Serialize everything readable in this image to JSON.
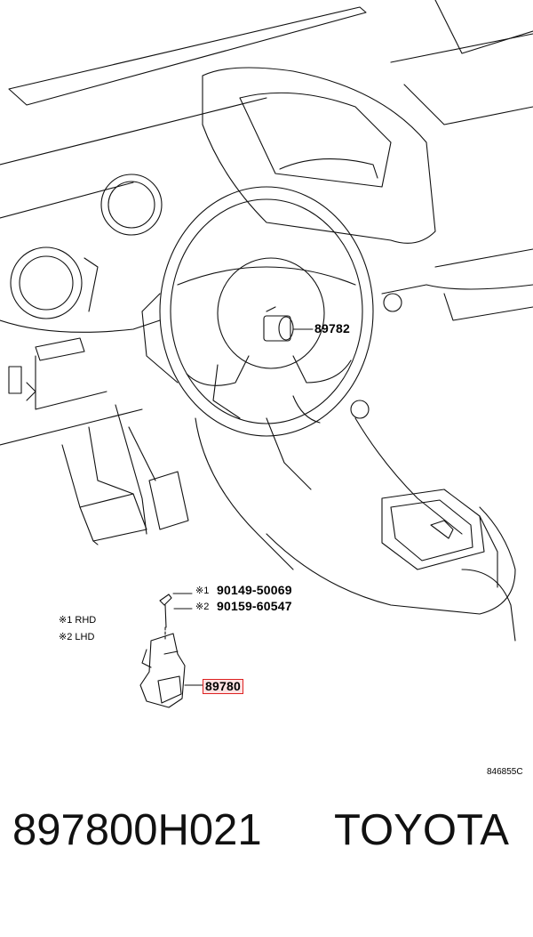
{
  "callouts": {
    "part_89782": "89782",
    "part_89780": "89780",
    "bolt_rhd_mark": "※1",
    "bolt_rhd_number": "90149-50069",
    "bolt_lhd_mark": "※2",
    "bolt_lhd_number": "90159-60547"
  },
  "legend": {
    "rhd": "※1 RHD",
    "lhd": "※2 LHD"
  },
  "illustration_code": "846855C",
  "footer": {
    "part_number": "897800H021",
    "brand": "TOYOTA"
  },
  "colors": {
    "line": "#111111",
    "highlight_border": "#dd2222",
    "highlight_fill": "#fde3e3"
  }
}
